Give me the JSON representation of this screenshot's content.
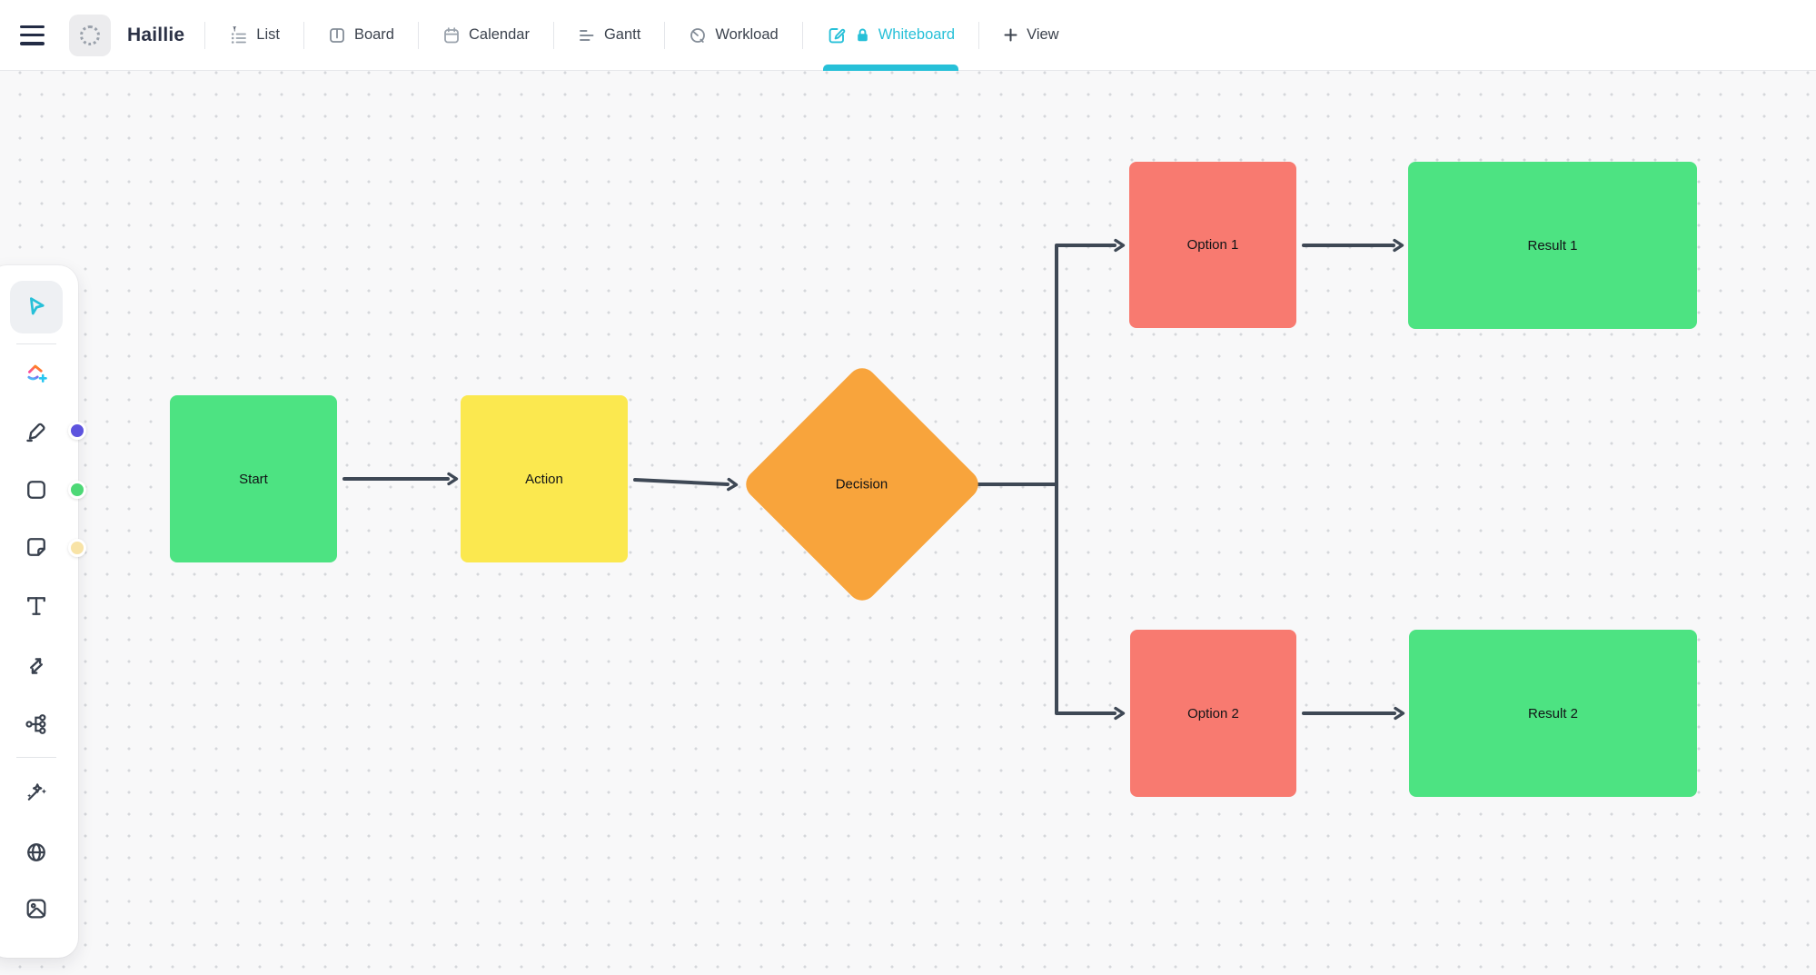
{
  "header": {
    "workspace_title": "Haillie",
    "tabs": [
      {
        "label": "List",
        "icon": "list-icon",
        "active": false,
        "pinned": true
      },
      {
        "label": "Board",
        "icon": "board-icon",
        "active": false
      },
      {
        "label": "Calendar",
        "icon": "calendar-icon",
        "active": false
      },
      {
        "label": "Gantt",
        "icon": "gantt-icon",
        "active": false
      },
      {
        "label": "Workload",
        "icon": "workload-icon",
        "active": false
      },
      {
        "label": "Whiteboard",
        "icon": "whiteboard-icon",
        "active": true,
        "locked": true
      }
    ],
    "add_view_label": "View"
  },
  "toolbar": {
    "active_tool": "select",
    "tools": [
      "select",
      "templates",
      "marker",
      "shape",
      "sticky-note",
      "text",
      "connector",
      "mind-map",
      "ai-assist",
      "embed-web",
      "image"
    ],
    "color_dots": [
      {
        "tool": "marker",
        "color": "#5d53de"
      },
      {
        "tool": "shape",
        "color": "#4dd876"
      },
      {
        "tool": "sticky-note",
        "color": "#f8e3a6"
      }
    ]
  },
  "canvas": {
    "nodes": {
      "start": {
        "label": "Start",
        "shape": "rectangle",
        "color": "#4de382"
      },
      "action": {
        "label": "Action",
        "shape": "rectangle",
        "color": "#fbe84f"
      },
      "decision": {
        "label": "Decision",
        "shape": "diamond",
        "color": "#f8a43c"
      },
      "option1": {
        "label": "Option 1",
        "shape": "rectangle",
        "color": "#f87a70"
      },
      "result1": {
        "label": "Result 1",
        "shape": "rectangle",
        "color": "#4de382"
      },
      "option2": {
        "label": "Option 2",
        "shape": "rectangle",
        "color": "#f87a70"
      },
      "result2": {
        "label": "Result 2",
        "shape": "rectangle",
        "color": "#4de382"
      }
    },
    "connections": [
      {
        "from": "start",
        "to": "action"
      },
      {
        "from": "action",
        "to": "decision"
      },
      {
        "from": "decision",
        "to": "option1"
      },
      {
        "from": "decision",
        "to": "option2"
      },
      {
        "from": "option1",
        "to": "result1"
      },
      {
        "from": "option2",
        "to": "result2"
      }
    ]
  },
  "colors": {
    "accent": "#27c0d8",
    "node-green": "#4de382",
    "node-yellow": "#fbe84f",
    "node-orange": "#f8a43c",
    "node-red": "#f87a70",
    "connector": "#3e4855",
    "marker-dot": "#5d53de",
    "shape-dot": "#4dd876",
    "sticky-dot": "#f8e3a6"
  }
}
